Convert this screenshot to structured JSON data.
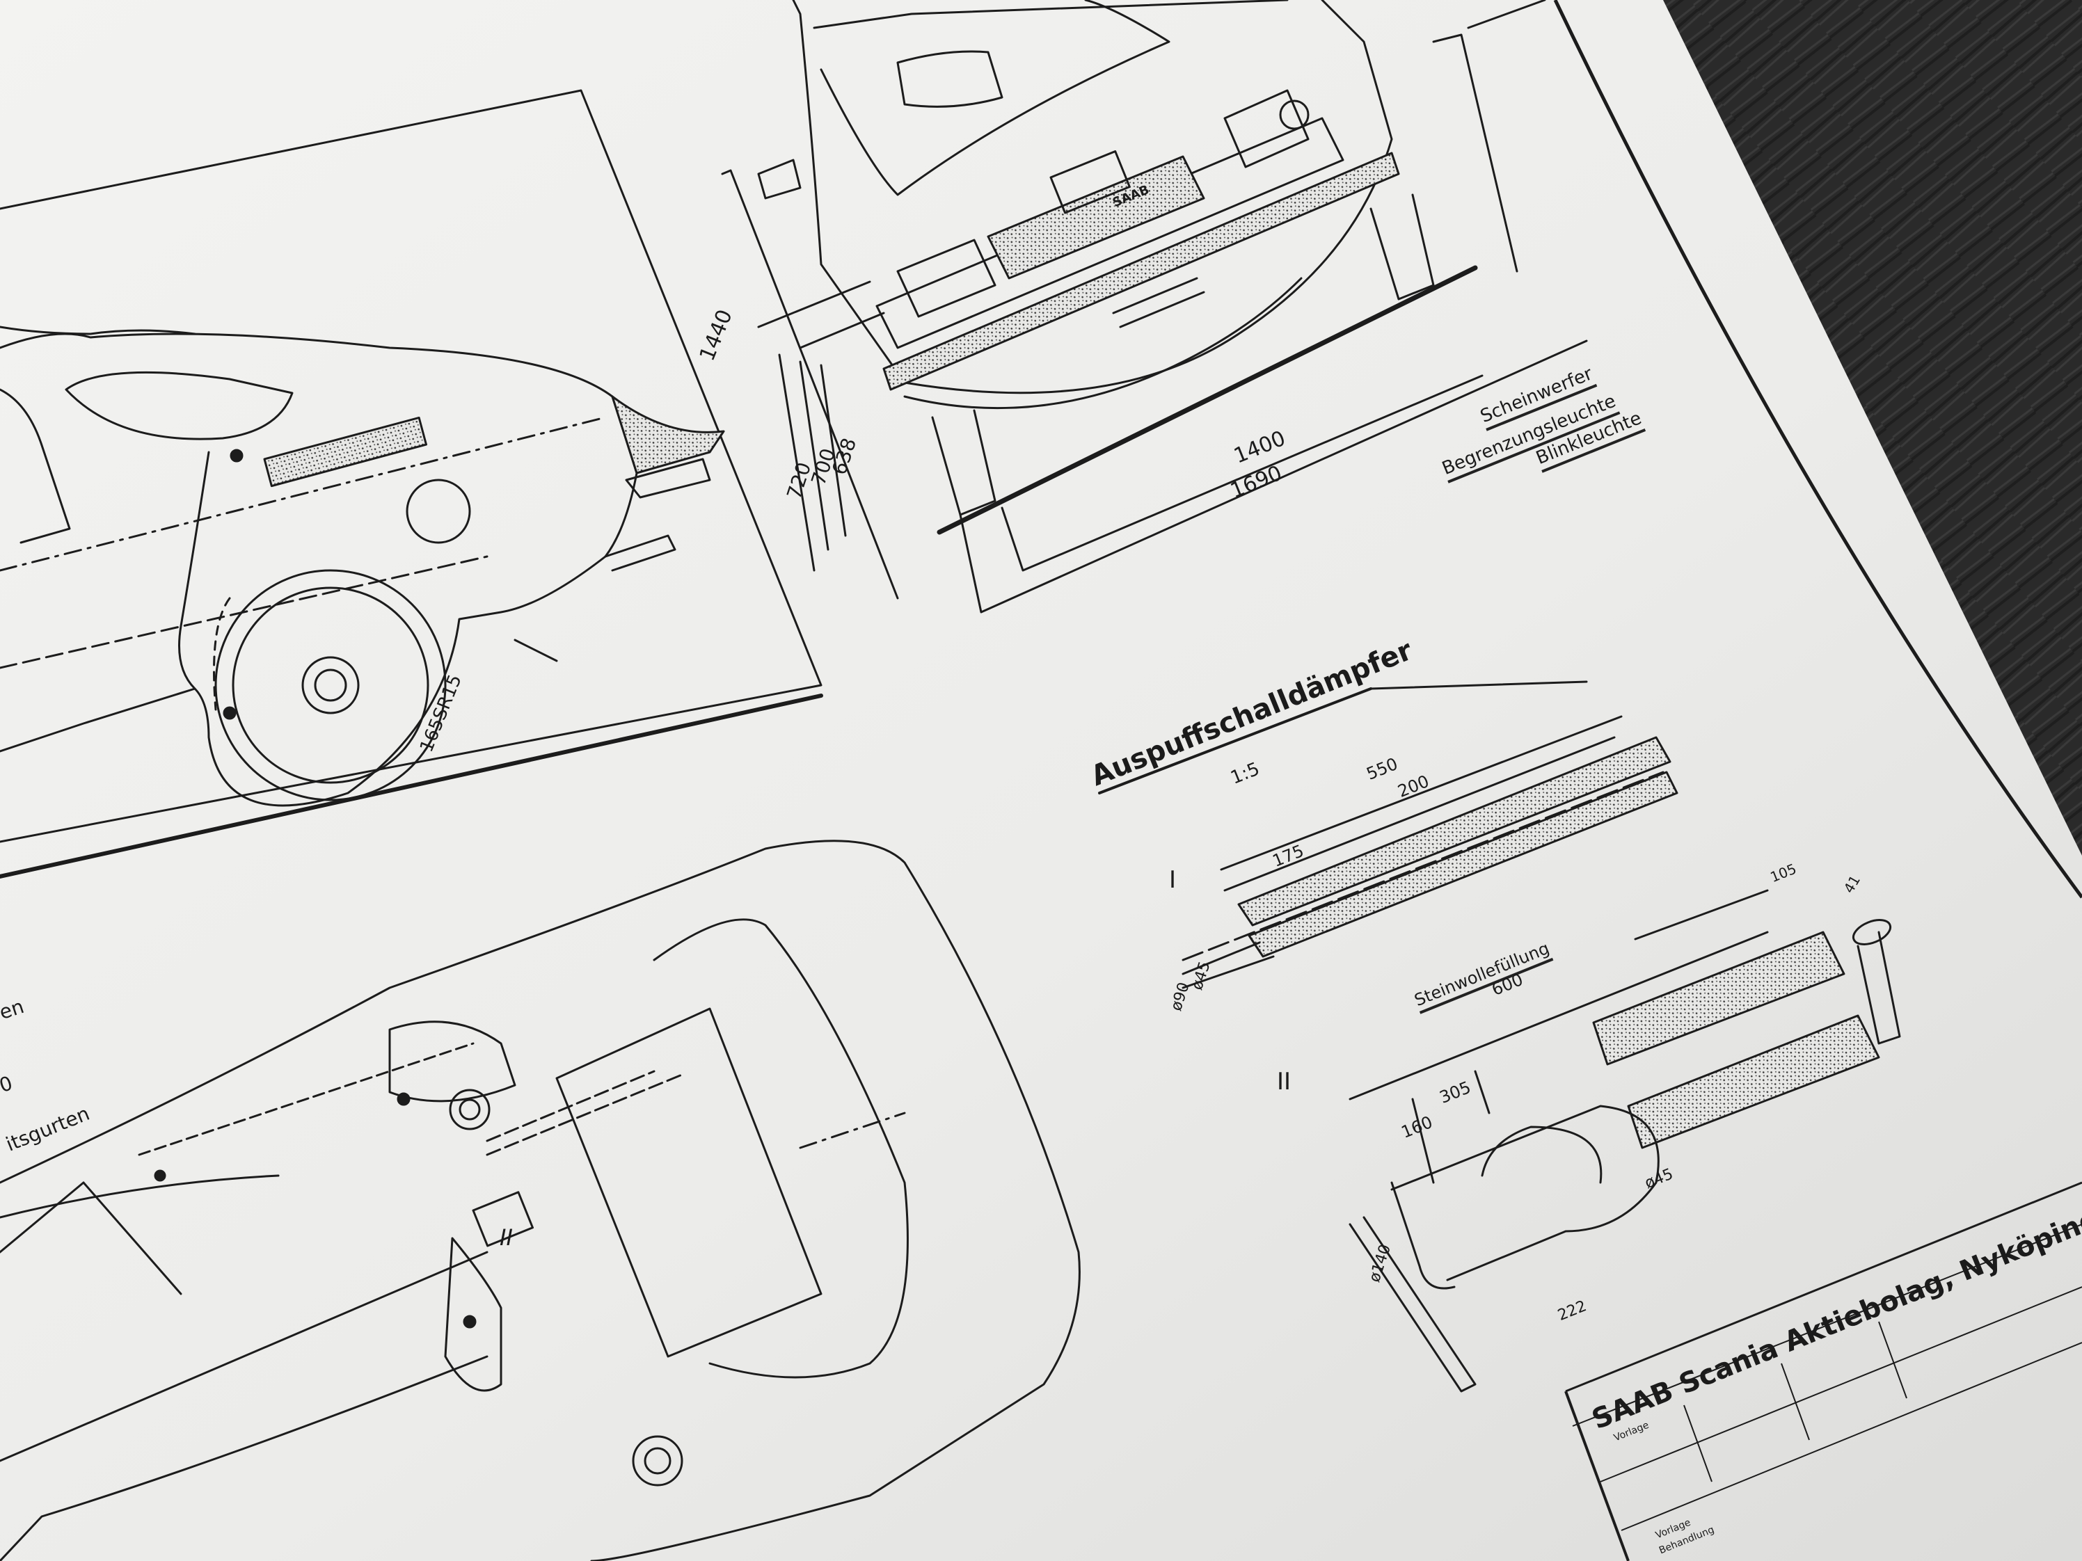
{
  "side_view": {
    "dim_height": "1440",
    "tire": "165SR15",
    "partial_labels": [
      "en",
      "0",
      "itsgurten"
    ]
  },
  "front_view": {
    "dims_vertical": [
      "720",
      "700",
      "638"
    ],
    "dims_horizontal": [
      "1400",
      "1690"
    ],
    "legend": [
      "Scheinwerfer",
      "Begrenzungsleuchte",
      "Blinkleuchte"
    ],
    "grille_badge": "SAAB"
  },
  "muffler": {
    "title": "Auspuffschalldämpfer",
    "scale": "1:5",
    "section_1": {
      "numeral": "I",
      "dims": [
        "550",
        "200",
        "175",
        "ø90",
        "ø45"
      ],
      "note": "Steinwollefüllung"
    },
    "section_2": {
      "numeral": "II",
      "dims": [
        "600",
        "105",
        "41",
        "305",
        "160",
        "ø45",
        "ø140",
        "222"
      ]
    }
  },
  "bottom_view": {
    "section_marker": "II"
  },
  "title_block": {
    "company": "SAAB Scania Aktiebolag, Nyköping, S",
    "small_labels": [
      "Vorlage",
      "Vorlage",
      "Behandlung"
    ]
  },
  "colors": {
    "paper": "#ededeb",
    "desk": "#2b2b2b",
    "ink": "#1b1b1b"
  }
}
